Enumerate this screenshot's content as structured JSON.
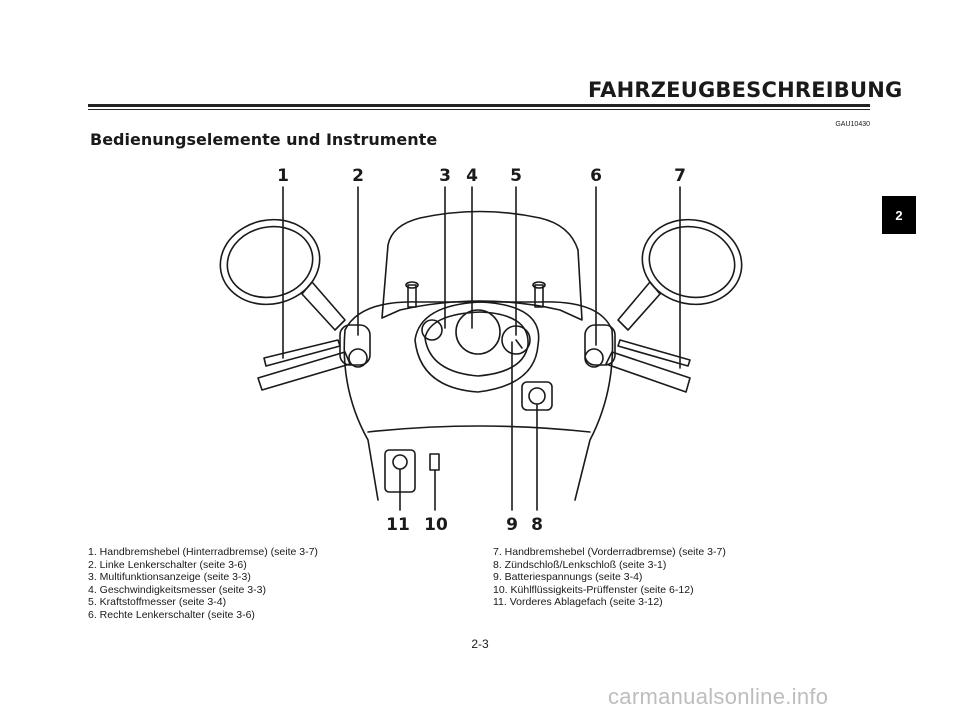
{
  "header": {
    "section_title": "FAHRZEUGBESCHREIBUNG",
    "ref_code": "GAU10430"
  },
  "page_title": "Bedienungselemente und Instrumente",
  "chapter_tab": "2",
  "diagram": {
    "top_callouts": [
      "1",
      "2",
      "3",
      "4",
      "5",
      "6",
      "7"
    ],
    "bottom_callouts": [
      "11",
      "10",
      "9",
      "8"
    ]
  },
  "legend": {
    "left": [
      "1. Handbremshebel (Hinterradbremse) (seite 3-7)",
      "2. Linke Lenkerschalter (seite 3-6)",
      "3. Multifunktionsanzeige (seite 3-3)",
      "4. Geschwindigkeitsmesser (seite 3-3)",
      "5. Kraftstoffmesser (seite 3-4)",
      "6. Rechte Lenkerschalter (seite 3-6)"
    ],
    "right": [
      "7. Handbremshebel (Vorderradbremse) (seite 3-7)",
      "8. Zündschloß/Lenkschloß (seite 3-1)",
      "9. Batteriespannungs (seite 3-4)",
      "10. Kühlflüssigkeits-Prüffenster (seite 6-12)",
      "11. Vorderes Ablagefach (seite 3-12)"
    ]
  },
  "page_number": "2-3",
  "watermark": "carmanualsonline.info"
}
